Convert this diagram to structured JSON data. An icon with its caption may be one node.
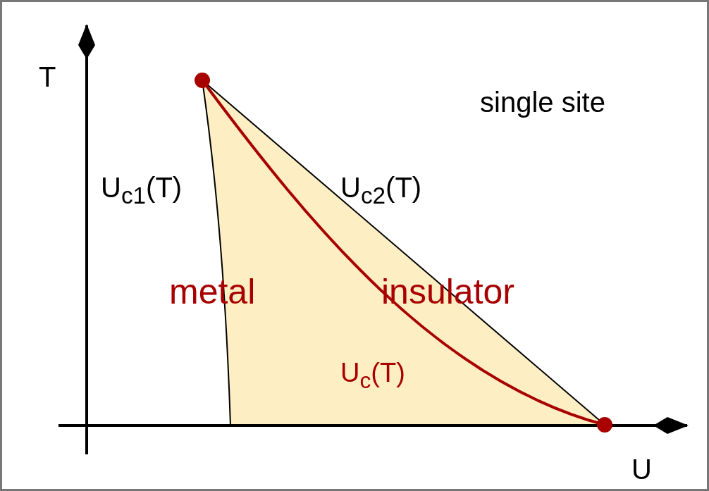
{
  "diagram": {
    "labels": [
      "T",
      "single site",
      "U$_{c1}$(T)",
      "U$_{c2}$(T)",
      "metal",
      "insulator",
      "U$_{c}$(T)",
      "U"
    ]
  }
}
